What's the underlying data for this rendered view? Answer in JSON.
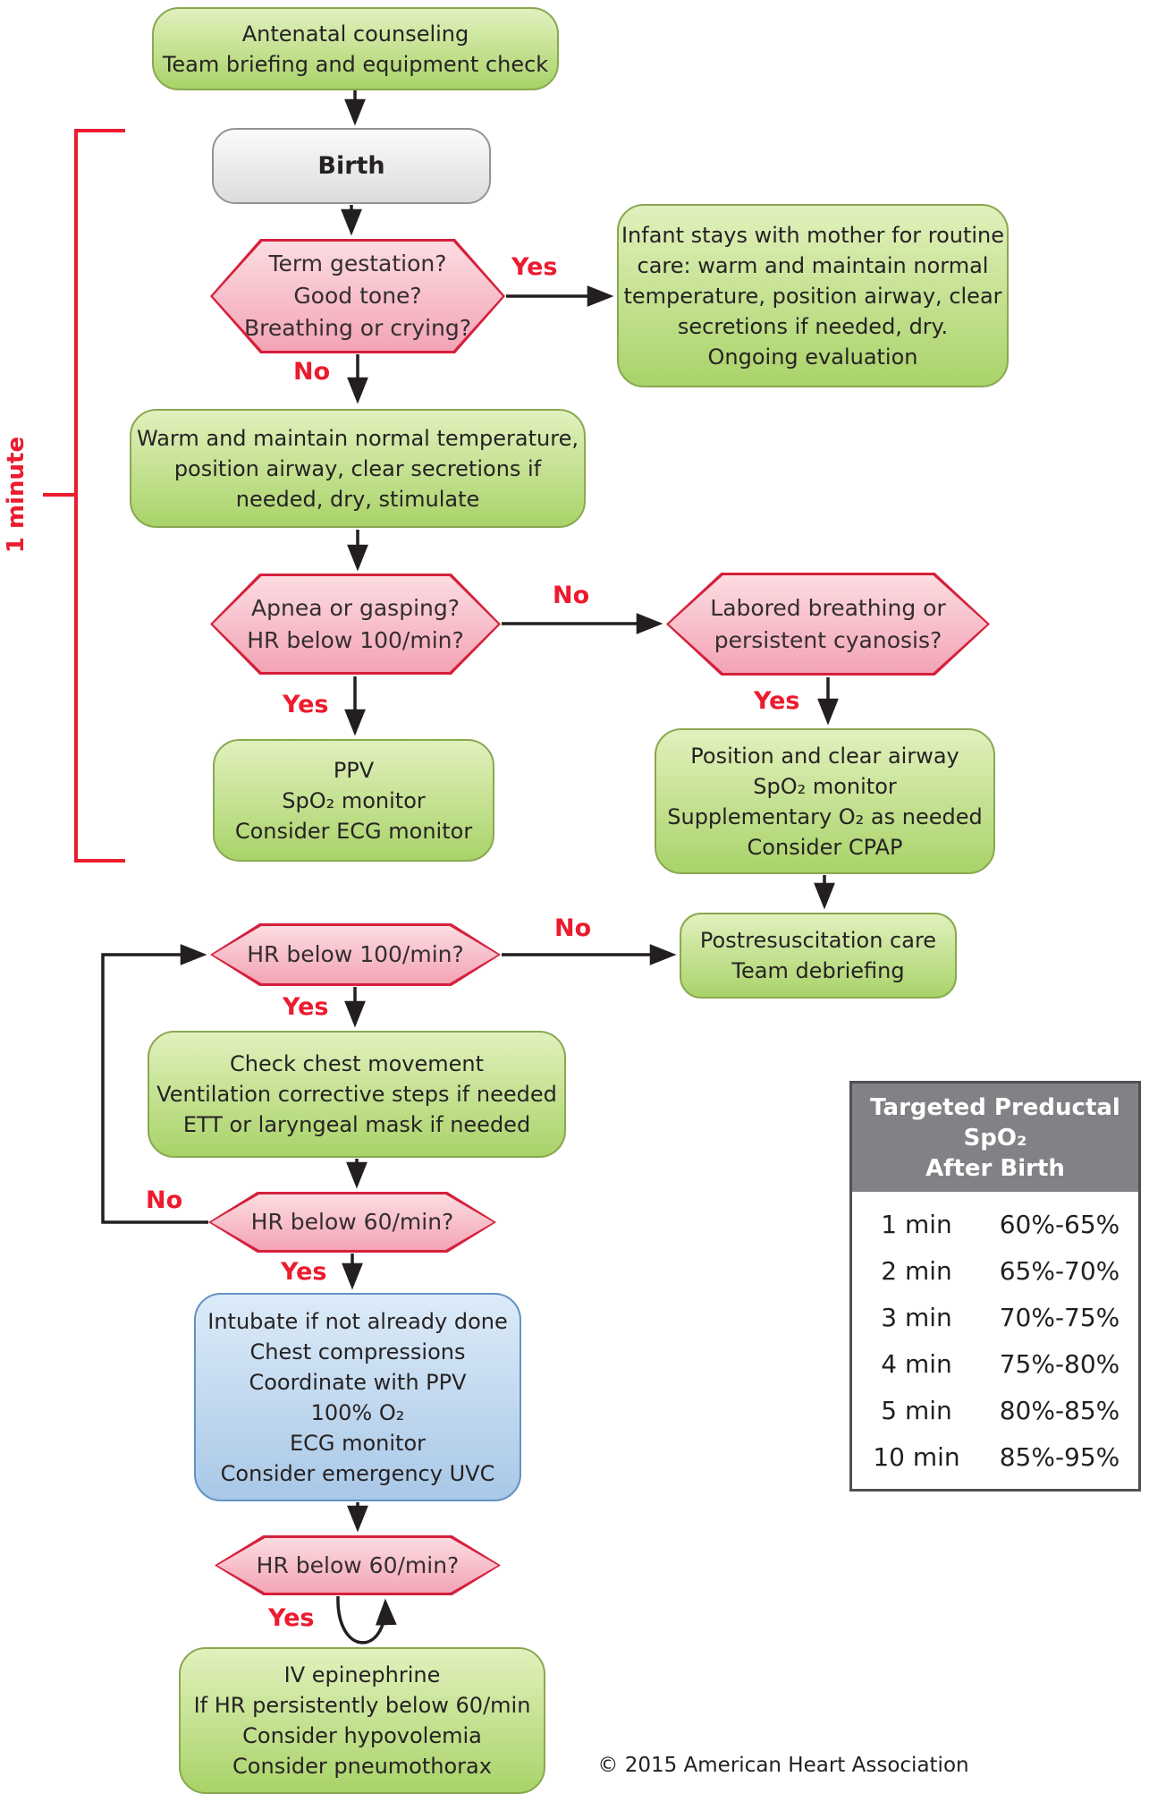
{
  "nodes": {
    "antenatal": {
      "lines": [
        "Antenatal counseling",
        "Team briefing and equipment check"
      ]
    },
    "birth": {
      "label": "Birth"
    },
    "term": {
      "lines": [
        "Term gestation?",
        "Good tone?",
        "Breathing or crying?"
      ]
    },
    "routine_care": {
      "lines": [
        "Infant stays with mother for routine",
        "care: warm and maintain normal",
        "temperature, position airway, clear",
        "secretions if needed, dry.",
        "Ongoing evaluation"
      ]
    },
    "warm": {
      "lines": [
        "Warm and maintain normal temperature,",
        "position airway, clear secretions if",
        "needed, dry, stimulate"
      ]
    },
    "apnea": {
      "lines": [
        "Apnea or gasping?",
        "HR below 100/min?"
      ]
    },
    "labored": {
      "lines": [
        "Labored breathing or",
        "persistent cyanosis?"
      ]
    },
    "ppv": {
      "lines": [
        "PPV",
        "SpO₂ monitor",
        "Consider ECG monitor"
      ]
    },
    "position_airway": {
      "lines": [
        "Position and clear airway",
        "SpO₂ monitor",
        "Supplementary O₂ as needed",
        "Consider CPAP"
      ]
    },
    "postres": {
      "lines": [
        "Postresuscitation care",
        "Team debriefing"
      ]
    },
    "hr100": {
      "label": "HR below 100/min?"
    },
    "check_chest": {
      "lines": [
        "Check chest movement",
        "Ventilation corrective steps if needed",
        "ETT or laryngeal mask if needed"
      ]
    },
    "hr60a": {
      "label": "HR below 60/min?"
    },
    "intubate": {
      "lines": [
        "Intubate if not already done",
        "Chest compressions",
        "Coordinate with PPV",
        "100% O₂",
        "ECG monitor",
        "Consider emergency UVC"
      ]
    },
    "hr60b": {
      "label": "HR below 60/min?"
    },
    "iv_epi": {
      "lines": [
        "IV epinephrine",
        "If HR persistently below 60/min",
        "Consider hypovolemia",
        "Consider pneumothorax"
      ]
    }
  },
  "labels": {
    "yes": "Yes",
    "no": "No",
    "one_minute": "1 minute"
  },
  "table": {
    "title_lines": [
      "Targeted Preductal SpO₂",
      "After Birth"
    ],
    "rows": [
      {
        "time": "1 min",
        "range": "60%-65%"
      },
      {
        "time": "2 min",
        "range": "65%-70%"
      },
      {
        "time": "3 min",
        "range": "70%-75%"
      },
      {
        "time": "4 min",
        "range": "75%-80%"
      },
      {
        "time": "5 min",
        "range": "80%-85%"
      },
      {
        "time": "10 min",
        "range": "85%-95%"
      }
    ]
  },
  "copyright": "© 2015 American Heart Association",
  "colors": {
    "green_box_top": "#e1f1bd",
    "green_box_bottom": "#a9d369",
    "green_border": "#8aa851",
    "pink_hex_top": "#fcdce1",
    "pink_hex_bottom": "#f3a4b5",
    "pink_border": "#d6203c",
    "blue_box_top": "#dcebf8",
    "blue_box_bottom": "#a9c8e7",
    "blue_border": "#6292c5",
    "gray_box_top": "#fbfbfb",
    "gray_box_bottom": "#dcdcdc",
    "gray_border": "#949494",
    "red_label": "#ec1b2e",
    "arrow": "#231f20",
    "table_header_bg": "#808285",
    "table_border": "#4f5052"
  }
}
